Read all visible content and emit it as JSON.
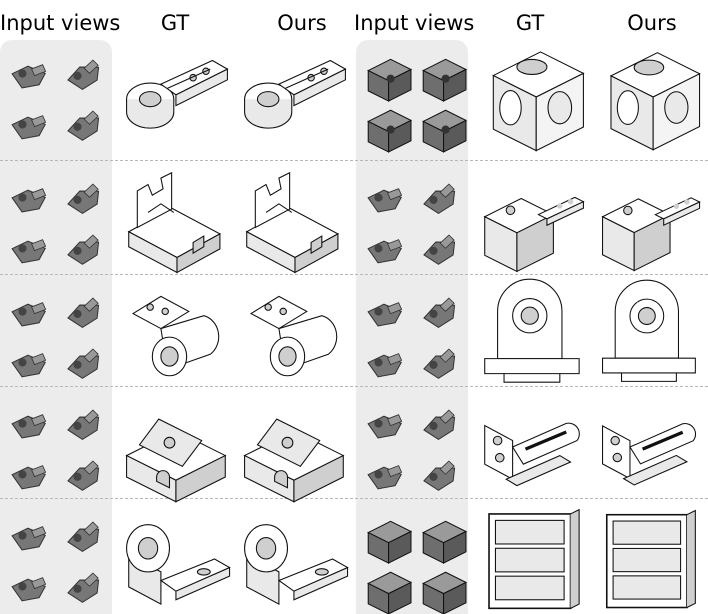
{
  "headers": [
    "Input views",
    "GT",
    "Ours",
    "Input views",
    "GT",
    "Ours"
  ],
  "layout": {
    "columns": [
      "input",
      "gt",
      "ours",
      "input",
      "gt",
      "ours"
    ],
    "rows": 5,
    "left_shapes": [
      "clamp",
      "bracket-v",
      "cam-arm",
      "saddle-block",
      "pillow-block"
    ],
    "right_shapes": [
      "hollow-cube",
      "tab-block",
      "pulley-mount",
      "slot-bracket",
      "cabinet"
    ]
  },
  "colors": {
    "input_panel": "#ececec",
    "input_part": "#777777",
    "separator": "#b8b8b8"
  }
}
